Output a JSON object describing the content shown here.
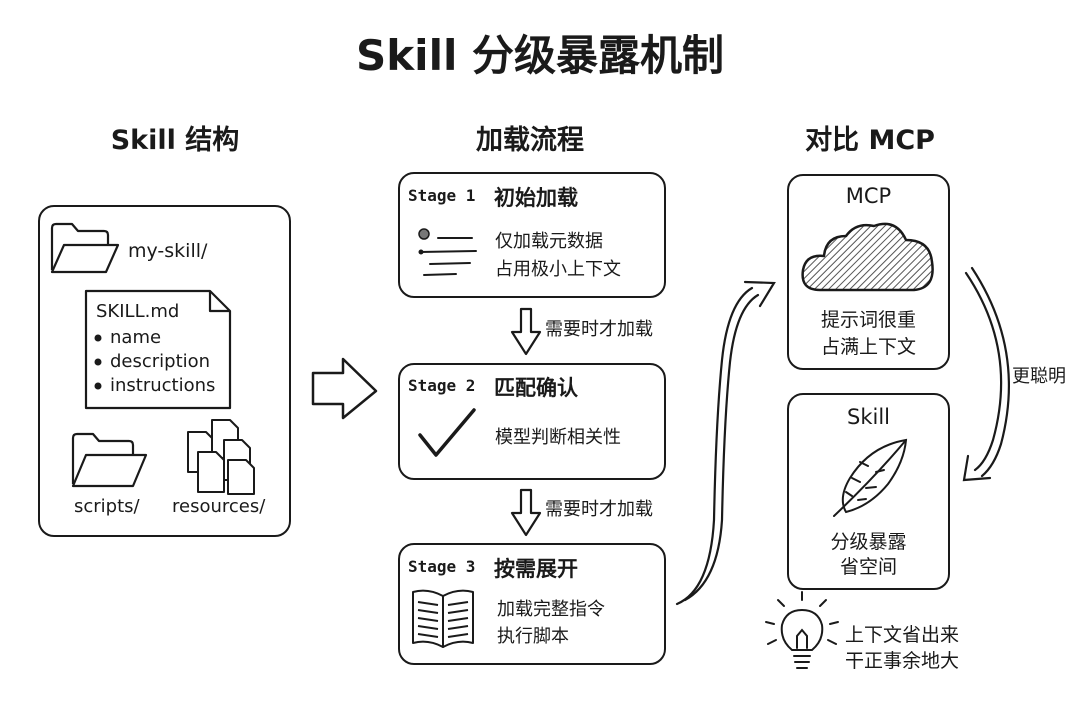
{
  "title": "Skill 分级暴露机制",
  "columns": {
    "structure": "Skill 结构",
    "flow": "加载流程",
    "compare": "对比 MCP"
  },
  "structure": {
    "folder": "my-skill/",
    "file_name": "SKILL.md",
    "fields": [
      "name",
      "description",
      "instructions"
    ],
    "scripts": "scripts/",
    "resources": "resources/"
  },
  "stages": [
    {
      "tag": "Stage 1",
      "name": "初始加载",
      "lines": [
        "仅加载元数据",
        "占用极小上下文"
      ]
    },
    {
      "tag": "Stage 2",
      "name": "匹配确认",
      "lines": [
        "模型判断相关性"
      ]
    },
    {
      "tag": "Stage 3",
      "name": "按需展开",
      "lines": [
        "加载完整指令",
        "执行脚本"
      ]
    }
  ],
  "stage_connector": "需要时才加载",
  "compare": {
    "mcp": {
      "label": "MCP",
      "lines": [
        "提示词很重",
        "占满上下文"
      ]
    },
    "skill": {
      "label": "Skill",
      "lines": [
        "分级暴露",
        "省空间"
      ]
    },
    "arrow_label": "更聪明",
    "tip_lines": [
      "上下文省出来",
      "干正事余地大"
    ]
  }
}
